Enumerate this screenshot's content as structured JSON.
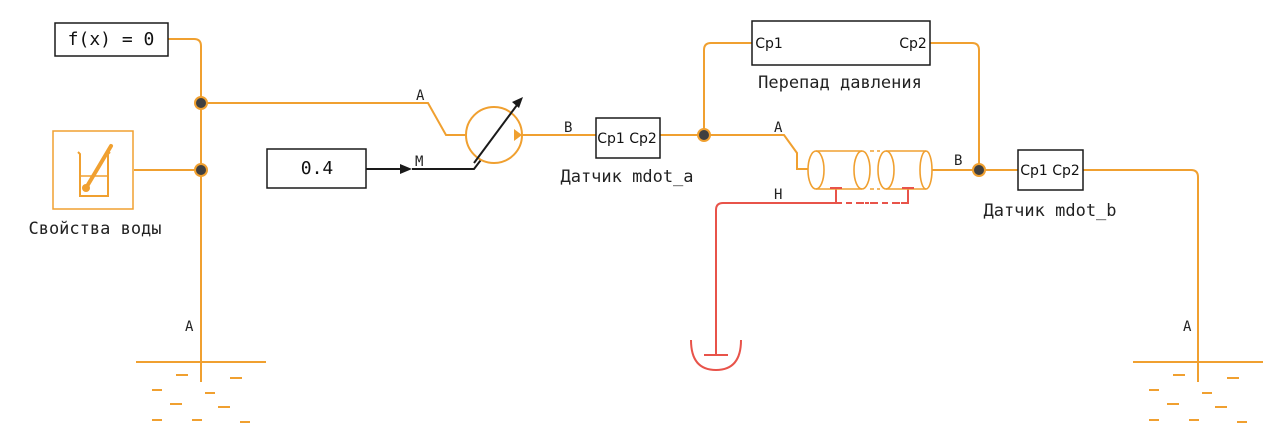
{
  "blocks": {
    "constraint": {
      "label": "f(x) = 0"
    },
    "water_properties": {
      "label": "Свойства воды"
    },
    "constant": {
      "value": "0.4"
    },
    "sensor_a": {
      "left_port": "Cp1",
      "right_port": "Cp2",
      "label": "Датчик mdot_a"
    },
    "sensor_b": {
      "left_port": "Cp1",
      "right_port": "Cp2",
      "label": "Датчик mdot_b"
    },
    "pressure_drop": {
      "left_port": "Cp1",
      "right_port": "Cp2",
      "label": "Перепад давления"
    }
  },
  "ports": {
    "pump_a": "A",
    "pump_b": "B",
    "pump_m": "M",
    "pipe_a": "A",
    "pipe_b": "B",
    "pipe_h": "H",
    "reservoir_left_a": "A",
    "reservoir_right_a": "A"
  },
  "colors": {
    "water_line": "#f0a030",
    "control_line": "#1a1a1a",
    "thermal_line": "#e8534a"
  }
}
